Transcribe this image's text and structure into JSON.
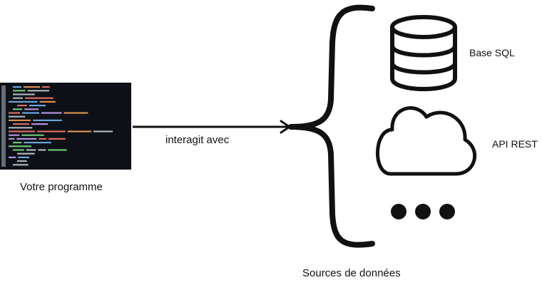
{
  "program": {
    "label": "Votre programme",
    "image": "code-screenshot"
  },
  "arrow": {
    "label": "interagit avec"
  },
  "sources": {
    "label": "Sources de données",
    "items": [
      {
        "label": "Base SQL",
        "icon": "database-icon"
      },
      {
        "label": "API REST",
        "icon": "cloud-icon"
      },
      {
        "label": "",
        "icon": "ellipsis-icon"
      }
    ]
  },
  "colors": {
    "stroke": "#111111",
    "code_bg": "#0d1117",
    "code_text": "#c9d1d9"
  }
}
